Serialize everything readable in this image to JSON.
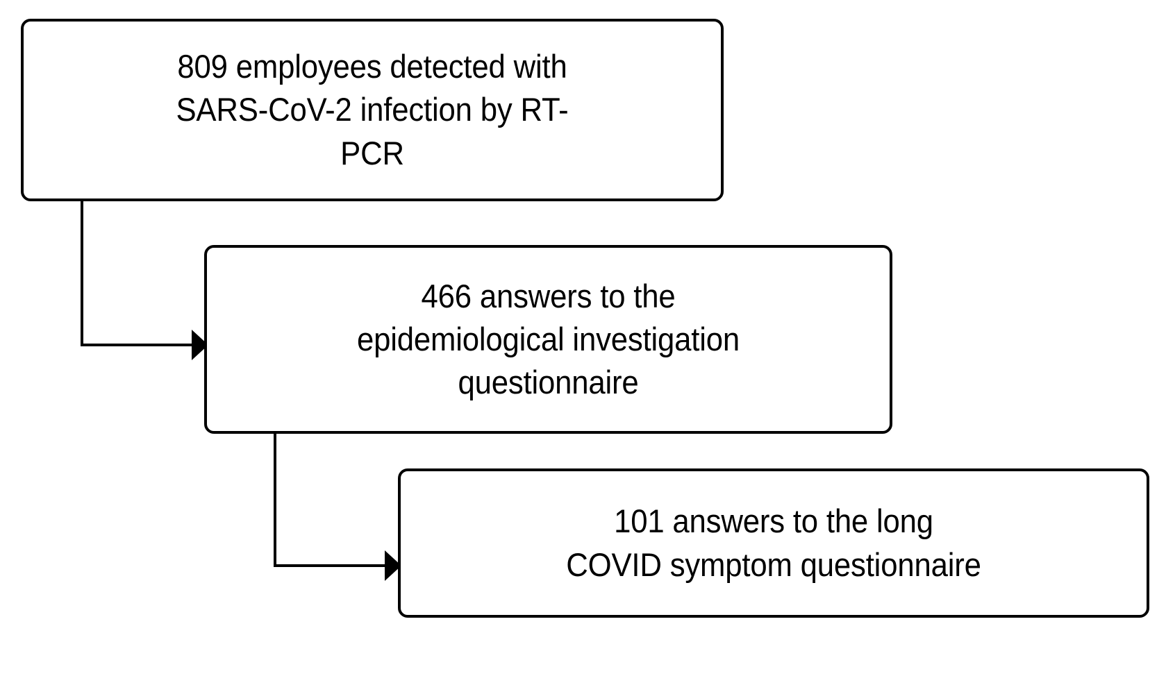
{
  "chart_data": {
    "type": "diagram",
    "diagram_type": "flowchart",
    "title": "",
    "orientation": "vertical-cascade",
    "background_color": "#ffffff",
    "line_color": "#000000",
    "text_color": "#000000",
    "nodes": [
      {
        "id": "node-1",
        "name": "detected-employees-box",
        "count": 809,
        "text": "809 employees detected with SARS-CoV-2 infection by RT-PCR",
        "lines": [
          "809 employees detected with",
          "SARS-CoV-2 infection by RT-",
          "PCR"
        ],
        "shape": "rounded-rectangle"
      },
      {
        "id": "node-2",
        "name": "epidemiological-questionnaire-box",
        "count": 466,
        "text": "466 answers to the epidemiological investigation questionnaire",
        "lines": [
          "466 answers to the",
          "epidemiological investigation",
          "questionnaire"
        ],
        "shape": "rounded-rectangle"
      },
      {
        "id": "node-3",
        "name": "long-covid-questionnaire-box",
        "count": 101,
        "text": "101 answers to the long COVID symptom questionnaire",
        "lines": [
          "101 answers to the long",
          "COVID symptom questionnaire"
        ],
        "shape": "rounded-rectangle"
      }
    ],
    "edges": [
      {
        "from": "node-1",
        "to": "node-2",
        "style": "elbow",
        "arrowhead": "filled-triangle"
      },
      {
        "from": "node-2",
        "to": "node-3",
        "style": "elbow",
        "arrowhead": "filled-triangle"
      }
    ]
  },
  "boxes": {
    "box1": {
      "line1": "809 employees detected with",
      "line2": "SARS-CoV-2 infection by RT-",
      "line3": "PCR",
      "full": "809 employees detected with\nSARS-CoV-2 infection by RT-\nPCR"
    },
    "box2": {
      "line1": "466 answers to the",
      "line2": "epidemiological investigation",
      "line3": "questionnaire",
      "full": "466 answers to the\nepidemiological investigation\nquestionnaire"
    },
    "box3": {
      "line1": "101 answers to the long",
      "line2": "COVID symptom questionnaire",
      "full": "101 answers to the long\nCOVID symptom questionnaire"
    }
  },
  "connectors": {
    "connector1": {
      "name": "arrow-box1-to-box2"
    },
    "connector2": {
      "name": "arrow-box2-to-box3"
    }
  }
}
